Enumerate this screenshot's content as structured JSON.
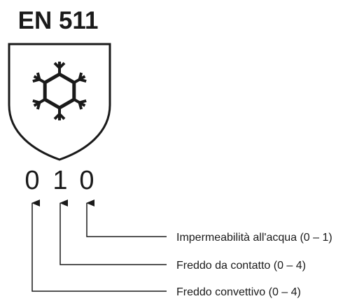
{
  "standard": {
    "title": "EN 511",
    "icon": "snowflake-icon"
  },
  "performance": {
    "digits": [
      "0",
      "1",
      "0"
    ]
  },
  "callouts": [
    {
      "label": "Impermeabilità all'acqua (0 – 1)"
    },
    {
      "label": "Freddo da contatto (0 – 4)"
    },
    {
      "label": "Freddo convettivo (0 – 4)"
    }
  ],
  "colors": {
    "ink": "#1a1a1a",
    "background": "#ffffff"
  }
}
